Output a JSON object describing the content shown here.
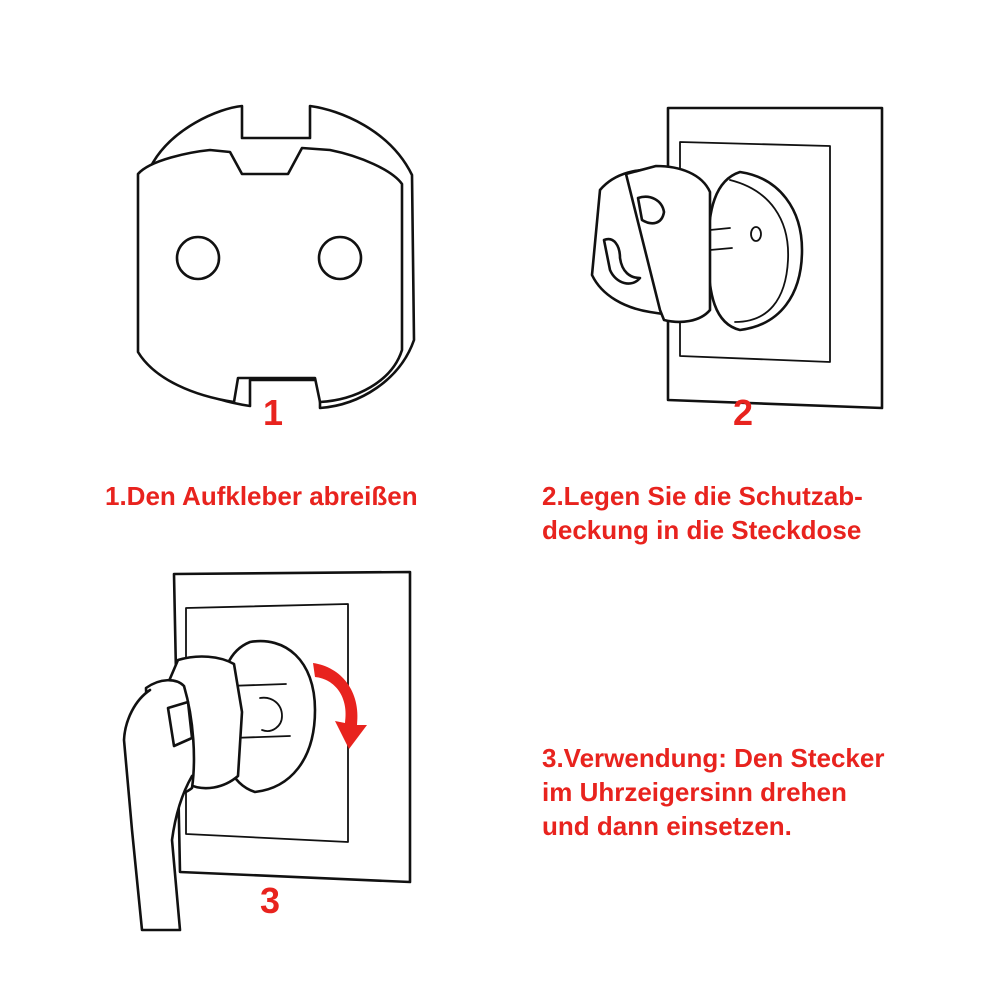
{
  "accent_color": "#e8231e",
  "steps": [
    {
      "number": "1",
      "caption": "1.Den Aufkleber abreißen"
    },
    {
      "number": "2",
      "caption": "2.Legen Sie die Schutzab-\ndeckung in die Steckdose"
    },
    {
      "number": "3",
      "caption": "3.Verwendung: Den Stecker\nim Uhrzeigersinn drehen\nund dann einsetzen."
    }
  ],
  "icons": {
    "step1": "socket-cover-icon",
    "step2": "cover-into-socket-icon",
    "step3": "plug-rotate-icon",
    "rotate": "clockwise-arrow-icon"
  }
}
